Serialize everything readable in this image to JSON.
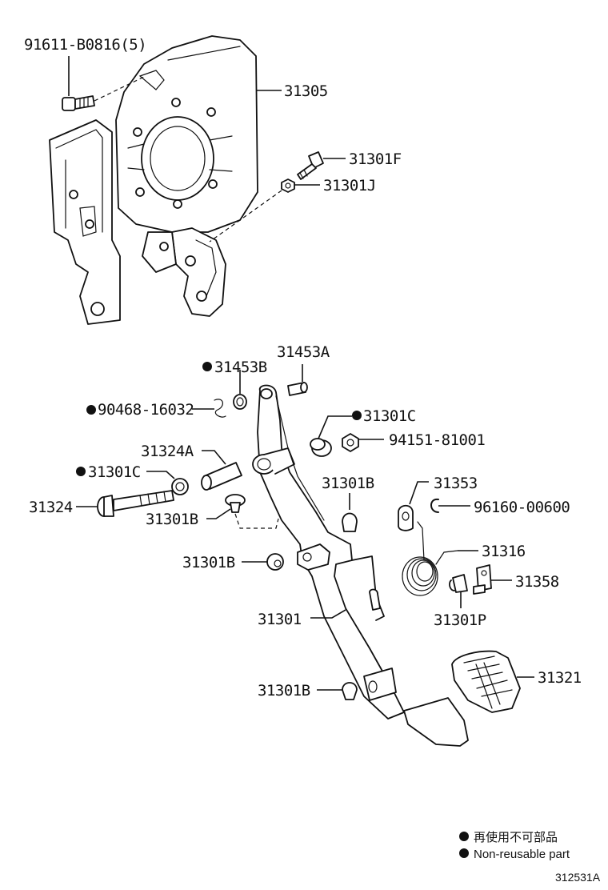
{
  "diagram": {
    "callouts": {
      "bolt_91611": "91611-B0816(5)",
      "bracket_31305": "31305",
      "bolt_31301F": "31301F",
      "nut_31301J": "31301J",
      "pin_31453A": "31453A",
      "bushing_31453B": "31453B",
      "clip_90468": "90468-16032",
      "collar_31301C_upper": "31301C",
      "nut_94151": "94151-81001",
      "collar_31324A": "31324A",
      "collar_31301C_left": "31301C",
      "bolt_31324": "31324",
      "stopper_31301B_upper": "31301B",
      "stopper_31301B_left": "31301B",
      "cushion_31301B_mid": "31301B",
      "clip_31353": "31353",
      "snap_96160": "96160-00600",
      "spring_31316": "31316",
      "bracket_31358": "31358",
      "cushion_31301P": "31301P",
      "pedal_31301": "31301",
      "stopper_31301B_lower": "31301B",
      "pad_31321": "31321"
    },
    "non_reusable": [
      "31453B",
      "90468-16032",
      "31301C",
      "31301C"
    ]
  },
  "legend": {
    "line_ja": "再使用不可部品",
    "line_en": "Non-reusable part"
  },
  "figure_code": "312531A"
}
